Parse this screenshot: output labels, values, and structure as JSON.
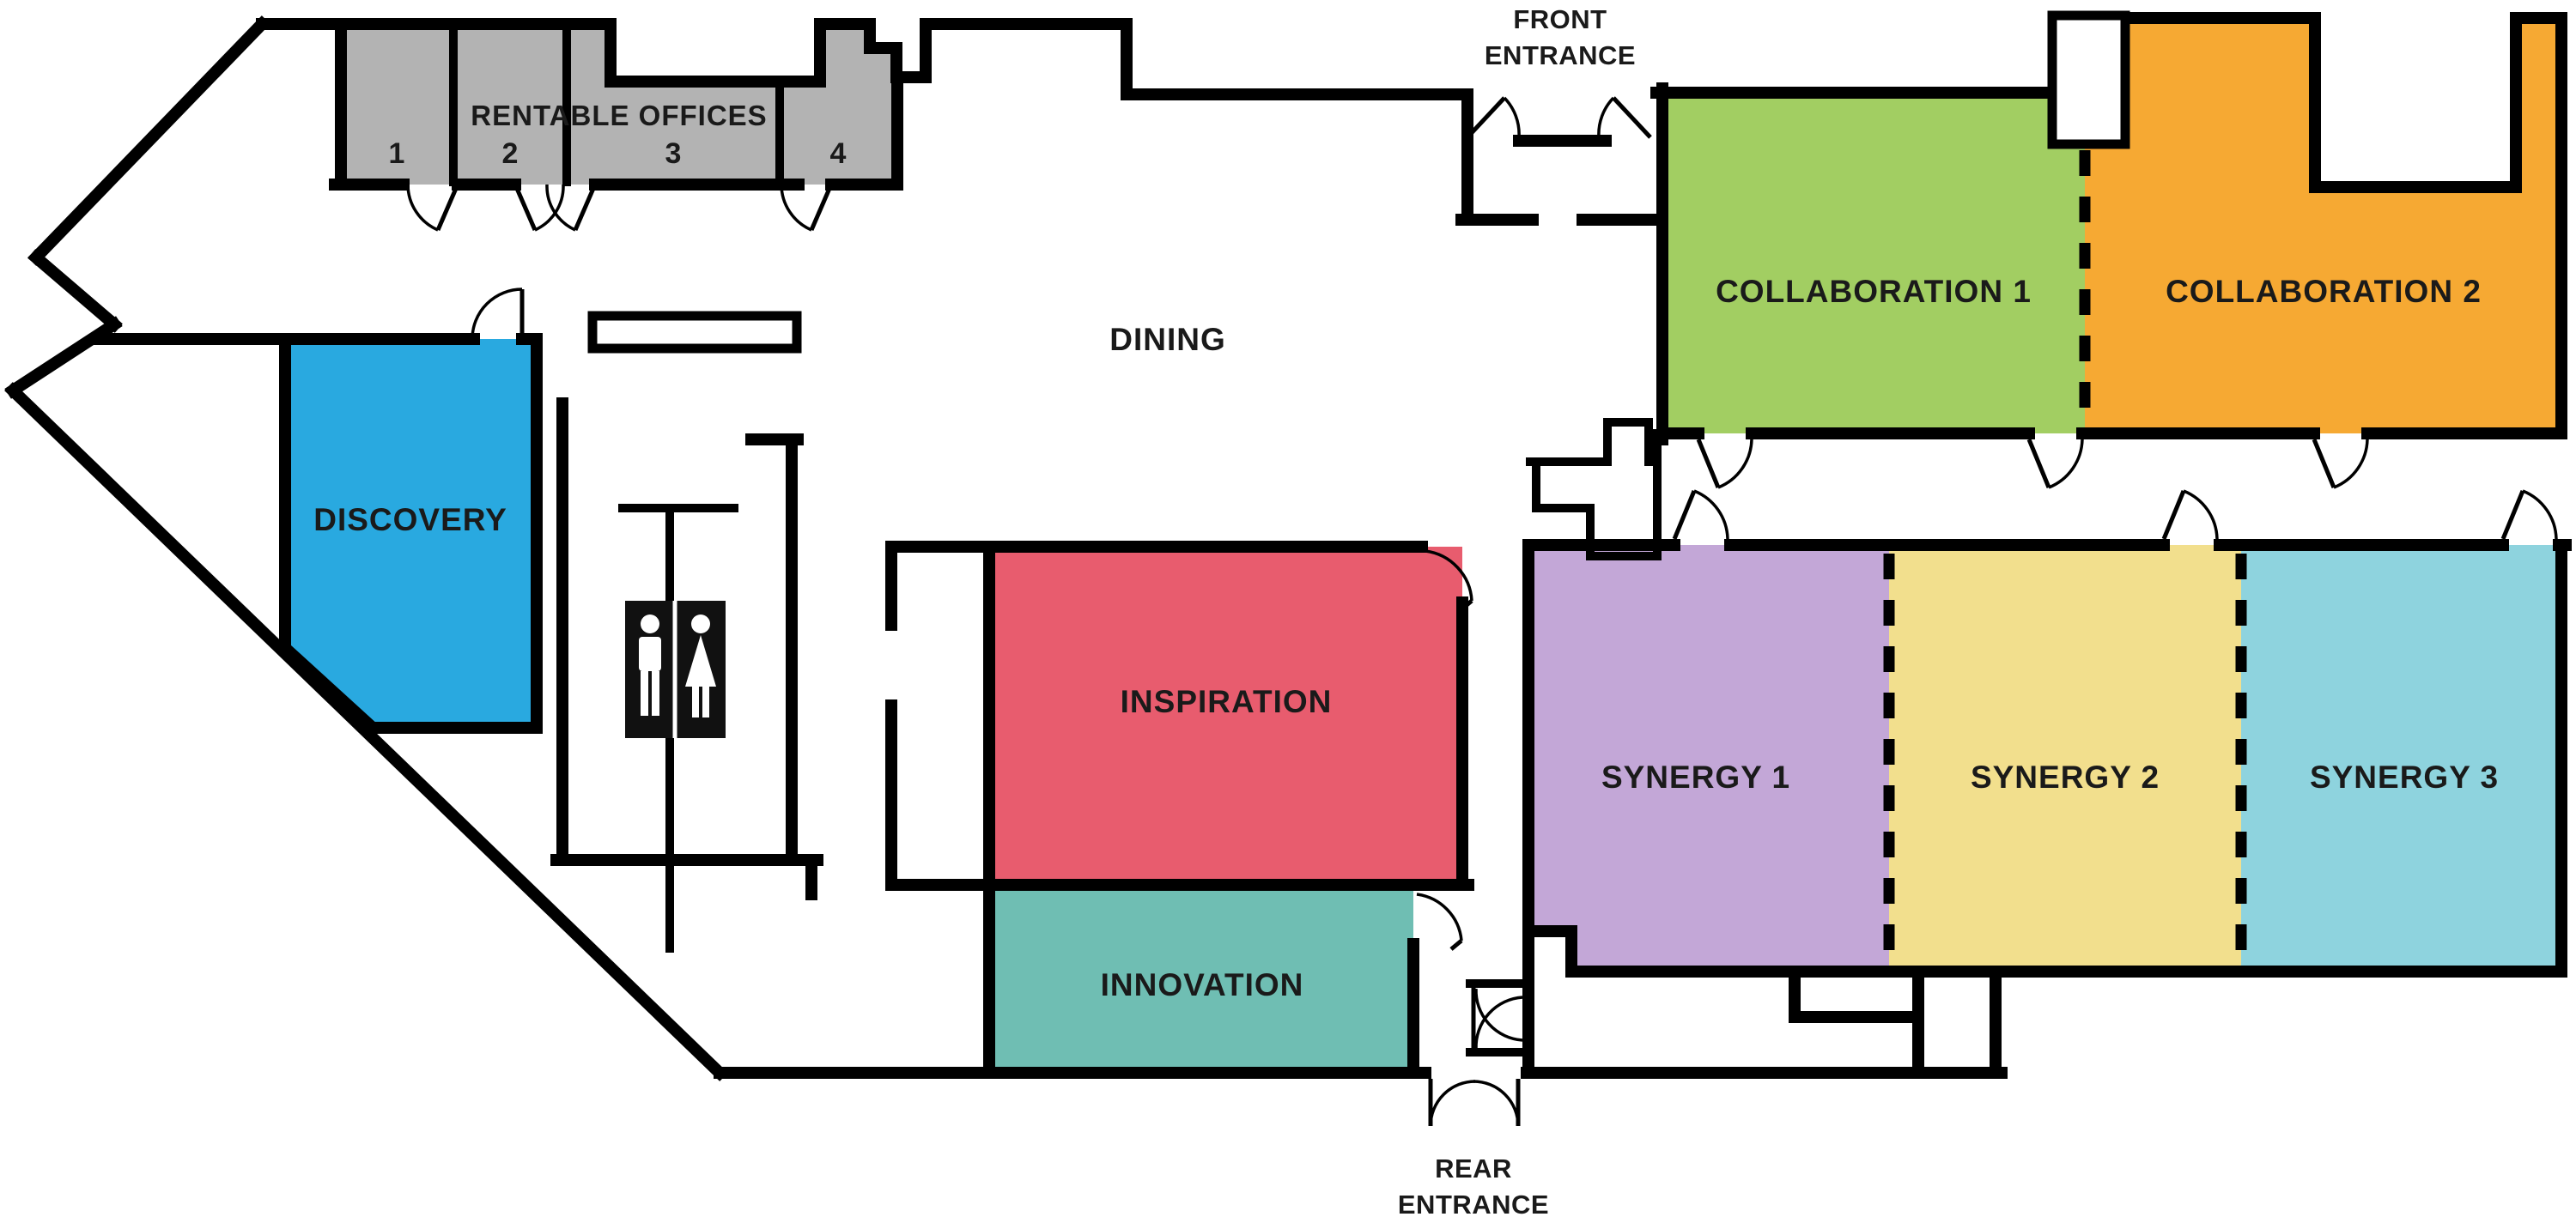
{
  "title": "Office floor plan",
  "colors": {
    "wall": "#000000",
    "rentable_offices": "#b3b3b3",
    "discovery": "#29a9e0",
    "collaboration1": "#a2ce62",
    "collaboration2": "#f6a933",
    "inspiration": "#e85c6e",
    "innovation": "#6fbeb3",
    "synergy1": "#c3a7d7",
    "synergy2": "#f2df8d",
    "synergy3": "#8ed3de",
    "restroom_sign": "#111111",
    "label_text": "#1a1a1a"
  },
  "rooms": {
    "rentable_offices": {
      "label": "RENTABLE OFFICES"
    },
    "office_numbers": [
      "1",
      "2",
      "3",
      "4"
    ],
    "discovery": {
      "label": "DISCOVERY"
    },
    "dining": {
      "label": "DINING"
    },
    "inspiration": {
      "label": "INSPIRATION"
    },
    "innovation": {
      "label": "INNOVATION"
    },
    "collaboration1": {
      "label": "COLLABORATION 1"
    },
    "collaboration2": {
      "label": "COLLABORATION 2"
    },
    "synergy1": {
      "label": "SYNERGY 1"
    },
    "synergy2": {
      "label": "SYNERGY 2"
    },
    "synergy3": {
      "label": "SYNERGY 3"
    }
  },
  "entrances": {
    "front_line1": "FRONT",
    "front_line2": "ENTRANCE",
    "rear_line1": "REAR",
    "rear_line2": "ENTRANCE"
  },
  "icons": {
    "restroom": "men-women-restroom"
  }
}
